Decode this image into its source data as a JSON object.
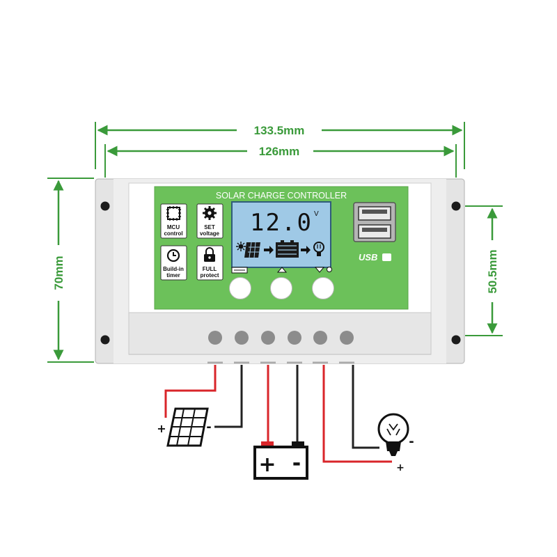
{
  "dimensions": {
    "outer_width": "133.5mm",
    "inner_width": "126mm",
    "height": "70mm",
    "hole_spacing": "50.5mm"
  },
  "panel": {
    "title": "SOLAR CHARGE CONTROLLER",
    "features": [
      {
        "icon": "chip-icon",
        "line1": "MCU",
        "line2": "control"
      },
      {
        "icon": "gear-icon",
        "line1": "SET",
        "line2": "voltage"
      },
      {
        "icon": "clock-icon",
        "line1": "Build-in",
        "line2": "timer"
      },
      {
        "icon": "lock-icon",
        "line1": "FULL",
        "line2": "protect"
      }
    ],
    "lcd": {
      "reading": "12.0",
      "unit": "V"
    },
    "usb_label": "USB",
    "buttons": [
      "menu-button",
      "up-button",
      "down-button"
    ]
  },
  "wiring": {
    "solar": {
      "plus": "+",
      "minus": "-"
    },
    "battery": {
      "plus": "+",
      "minus": "-"
    },
    "load": {
      "plus": "+",
      "minus": "-"
    }
  },
  "colors": {
    "dimension": "#3a9a3a",
    "panel_green": "#6cc15a",
    "lcd": "#9fc9e6",
    "housing": "#e6e6e6",
    "positive_wire": "#d9252a",
    "negative_wire": "#222222"
  }
}
